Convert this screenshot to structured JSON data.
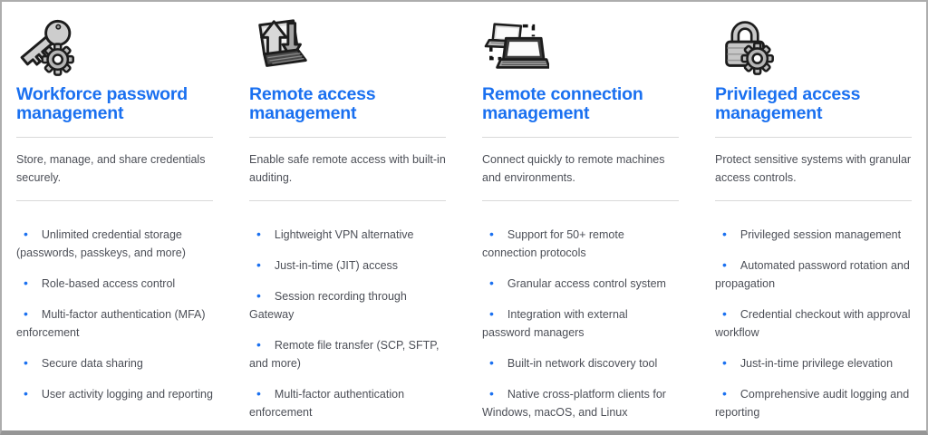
{
  "colors": {
    "accent": "#1a70f0",
    "body_text": "#4c4f57",
    "divider": "#d9d9d9",
    "frame_border": "#adadad",
    "frame_bottom": "#969696"
  },
  "columns": [
    {
      "icon": "key-gear-icon",
      "title": "Workforce password management",
      "description": "Store, manage, and share credentials securely.",
      "bullets": [
        "Unlimited credential storage (passwords, passkeys, and more)",
        "Role-based access control",
        "Multi-factor authentication (MFA) enforcement",
        "Secure data sharing",
        "User activity logging and reporting"
      ]
    },
    {
      "icon": "laptop-arrows-icon",
      "title": "Remote access management",
      "description": "Enable safe remote access with built-in auditing.",
      "bullets": [
        "Lightweight VPN alternative",
        "Just-in-time (JIT) access",
        "Session recording through Gateway",
        "Remote file transfer (SCP, SFTP, and more)",
        "Multi-factor authentication enforcement"
      ]
    },
    {
      "icon": "two-laptops-icon",
      "title": "Remote connection management",
      "description": "Connect quickly to remote machines and environments.",
      "bullets": [
        "Support for 50+ remote connection protocols",
        "Granular access control system",
        "Integration with external password managers",
        "Built-in network discovery tool",
        "Native cross-platform clients for Windows, macOS, and Linux"
      ]
    },
    {
      "icon": "lock-gear-icon",
      "title": "Privileged access management",
      "description": "Protect sensitive systems with granular access controls.",
      "bullets": [
        "Privileged session management",
        "Automated password rotation and propagation",
        "Credential checkout with approval workflow",
        "Just-in-time privilege elevation",
        "Comprehensive audit logging and reporting"
      ]
    }
  ]
}
